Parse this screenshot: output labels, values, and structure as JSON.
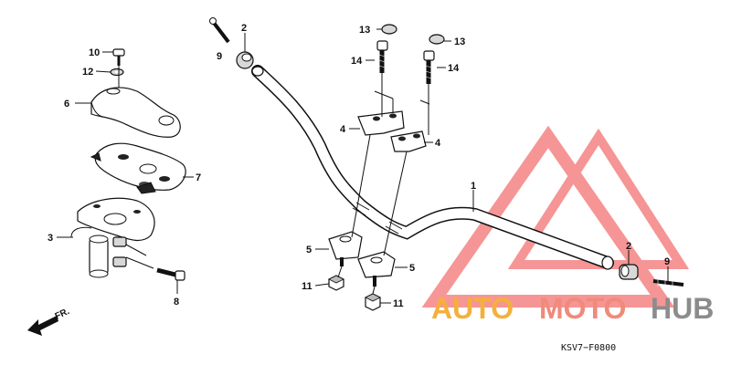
{
  "diagram_code": "KSV7−F0800",
  "direction_label": "FR.",
  "watermark": {
    "part1": "AUTO",
    "part2": "MOTO",
    "part3": "HUB",
    "color_triangle": "#f04040",
    "color_auto": "#f3b03c",
    "color_moto": "#f08a7a",
    "color_hub": "#8c8c8c"
  },
  "callouts": [
    "9",
    "2",
    "13",
    "13",
    "10",
    "14",
    "14",
    "12",
    "6",
    "4",
    "4",
    "7",
    "1",
    "3",
    "5",
    "2",
    "9",
    "5",
    "11",
    "8",
    "11"
  ]
}
